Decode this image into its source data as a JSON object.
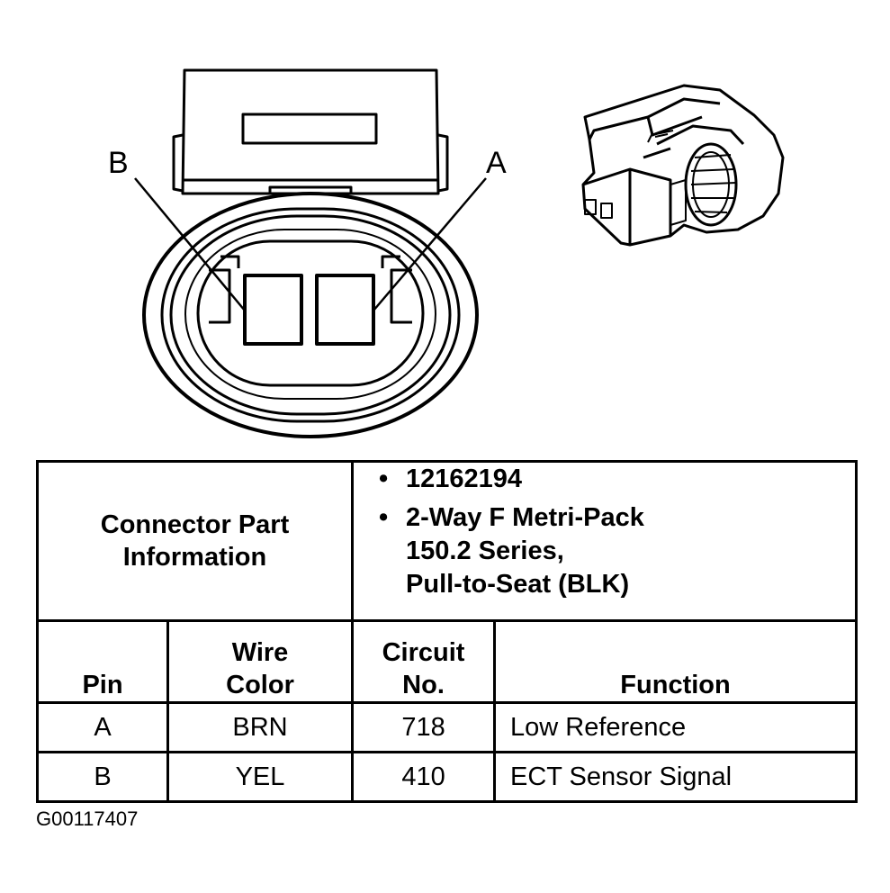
{
  "diagram": {
    "pin_b_label": "B",
    "pin_a_label": "A"
  },
  "connector_info": {
    "label_lines": [
      "Connector Part",
      "Information"
    ],
    "part_number": "12162194",
    "description_lines": [
      "2-Way F Metri-Pack",
      "150.2 Series,",
      "Pull-to-Seat (BLK)"
    ]
  },
  "pin_table": {
    "headers": {
      "pin": [
        "Pin"
      ],
      "wire_color": [
        "Wire",
        "Color"
      ],
      "circuit_no": [
        "Circuit",
        "No."
      ],
      "function": [
        "Function"
      ]
    },
    "rows": [
      {
        "pin": "A",
        "wire_color": "BRN",
        "circuit_no": "718",
        "function": "Low Reference"
      },
      {
        "pin": "B",
        "wire_color": "YEL",
        "circuit_no": "410",
        "function": "ECT Sensor Signal"
      }
    ]
  },
  "figure_id": "G00117407"
}
